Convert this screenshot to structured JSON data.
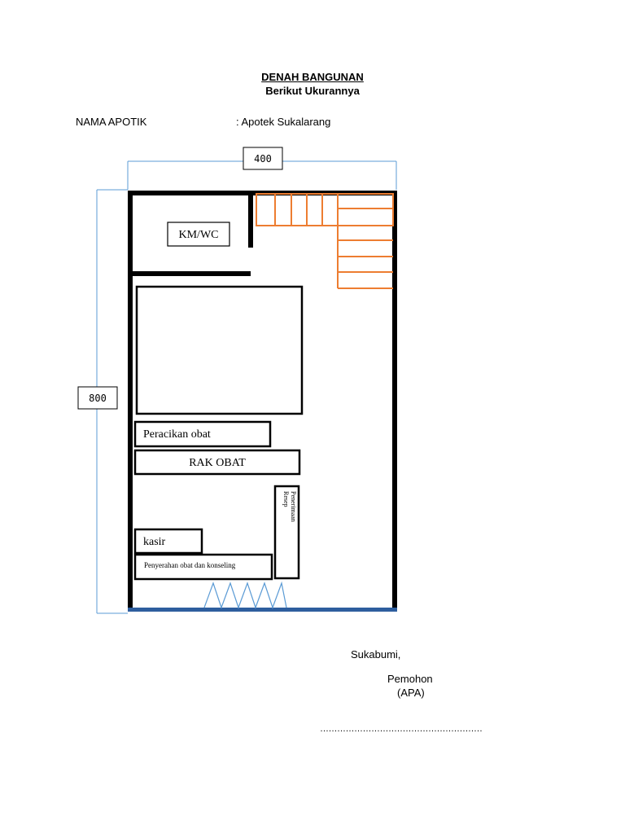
{
  "header": {
    "title": "DENAH  BANGUNAN",
    "subtitle": "Berikut Ukurannya"
  },
  "info": {
    "name_label": "NAMA APOTIK",
    "name_value": ": Apotek Sukalarang"
  },
  "dimensions": {
    "width": "400",
    "height": "800"
  },
  "rooms": {
    "toilet": "KM/WC",
    "compounding": "Peracikan obat",
    "medicine_rack": "RAK OBAT",
    "cashier": "kasir",
    "handover": "Penyerahan obat dan konseling",
    "prescription_line1": "Penerimaan",
    "prescription_line2": "Resep"
  },
  "signature": {
    "place": "Sukabumi,",
    "applicant": "Pemohon",
    "role": "(APA)",
    "dots": "…………………………………………………"
  },
  "colors": {
    "wall": "#000000",
    "stairs": "#ED7D31",
    "dimension_line": "#5B9BD5",
    "floor_line": "#2E5E9E"
  }
}
